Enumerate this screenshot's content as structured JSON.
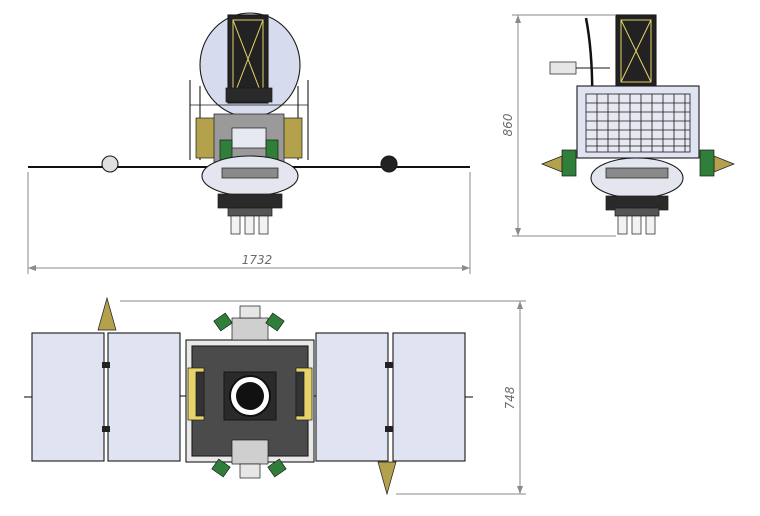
{
  "drawing": {
    "views": [
      "front-view",
      "side-view",
      "top-view"
    ],
    "dimensions": {
      "width": "1732",
      "height": "860",
      "depth": "748"
    }
  },
  "colors": {
    "panel": "#dfe3f2",
    "dish": "#d7dbee",
    "body_dark": "#4b4b4b",
    "grid": "#e6e8f2",
    "gold": "#b3a14b",
    "green": "#2f7f3a",
    "line": "#1a1a1a",
    "dim": "#8a8a8a"
  }
}
